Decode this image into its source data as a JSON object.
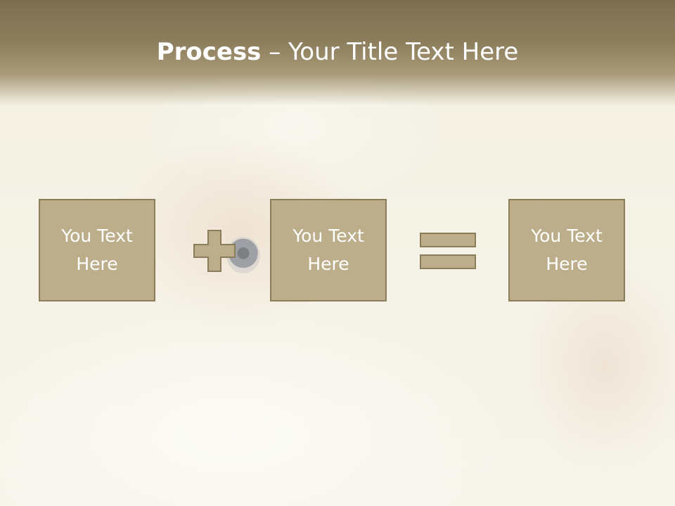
{
  "header": {
    "title_bold": "Process",
    "title_rest": " – Your Title Text Here"
  },
  "boxes": [
    {
      "line1": "You Text",
      "line2": "Here"
    },
    {
      "line1": "You Text",
      "line2": "Here"
    },
    {
      "line1": "You Text",
      "line2": "Here"
    }
  ],
  "operators": [
    "plus-icon",
    "equals-icon"
  ],
  "colors": {
    "header": "#8c7d5c",
    "box_fill": "#bcae8a",
    "box_border": "#8b7c5a",
    "text": "#ffffff"
  }
}
